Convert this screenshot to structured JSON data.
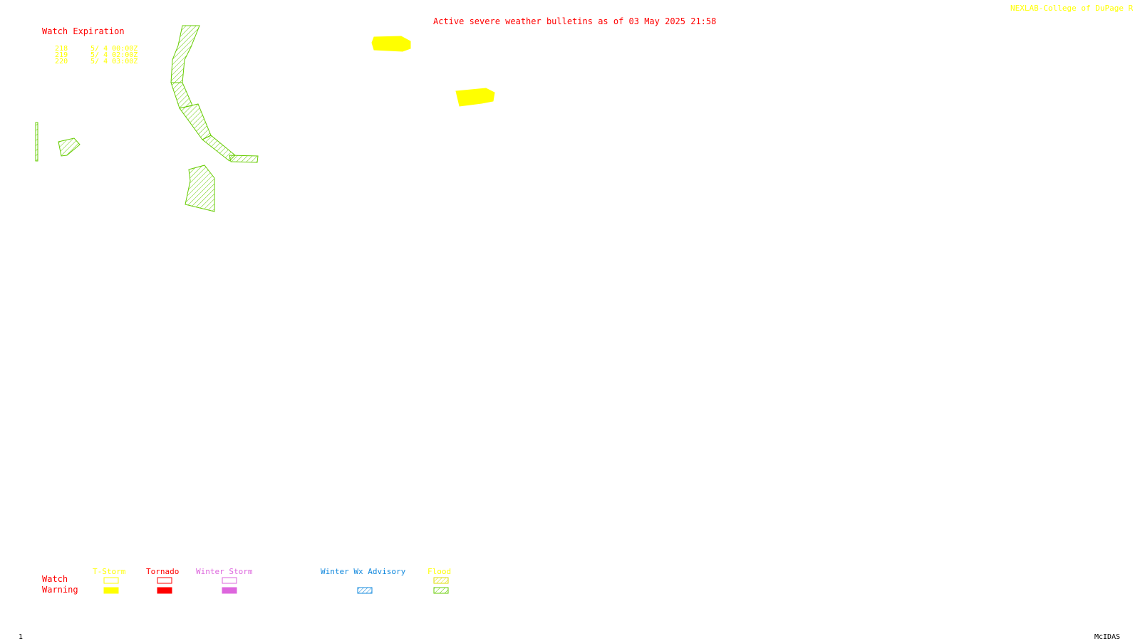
{
  "header": {
    "title": "Active severe weather bulletins as of 03 May 2025 21:58",
    "credit": "NEXLAB-College of DuPage R"
  },
  "watch_expiration": {
    "heading": "Watch Expiration",
    "rows": [
      {
        "number": "218",
        "expires": "5/ 4 00:00Z"
      },
      {
        "number": "219",
        "expires": "5/ 4 02:00Z"
      },
      {
        "number": "220",
        "expires": "5/ 4 03:00Z"
      }
    ]
  },
  "map": {
    "features": [
      {
        "type": "flood-warning",
        "color": "#66cc00",
        "hatched": true,
        "id": "flood-warning-corridor"
      },
      {
        "type": "flood-warning",
        "color": "#66cc00",
        "hatched": true,
        "id": "flood-warning-small-west"
      },
      {
        "type": "flood-warning",
        "color": "#66cc00",
        "hatched": true,
        "id": "flood-warning-south"
      },
      {
        "type": "flood-warning",
        "color": "#66cc00",
        "hatched": true,
        "id": "flood-warning-edge"
      },
      {
        "type": "tstorm-warning",
        "color": "#ffff00",
        "hatched": false,
        "id": "tstorm-warning-north"
      },
      {
        "type": "tstorm-warning",
        "color": "#ffff00",
        "hatched": false,
        "id": "tstorm-warning-east"
      }
    ]
  },
  "legend": {
    "row_labels": {
      "watch": "Watch",
      "warning": "Warning"
    },
    "columns": [
      {
        "label": "T-Storm",
        "color": "#ffff00",
        "watch_style": "outline",
        "warning_style": "filled"
      },
      {
        "label": "Tornado",
        "color": "#ff0000",
        "watch_style": "outline",
        "warning_style": "filled"
      },
      {
        "label": "Winter Storm",
        "color": "#dd66dd",
        "watch_style": "outline",
        "warning_style": "filled"
      },
      {
        "label": "Winter Wx Advisory",
        "color": "#1188dd",
        "watch_style": "none",
        "warning_style": "hatched"
      },
      {
        "label": "Flood",
        "color": "#ffff00",
        "watch_style": "hatched",
        "warning_style": "hatched-green"
      }
    ]
  },
  "footer": {
    "frame_number": "1",
    "software": "McIDAS"
  }
}
